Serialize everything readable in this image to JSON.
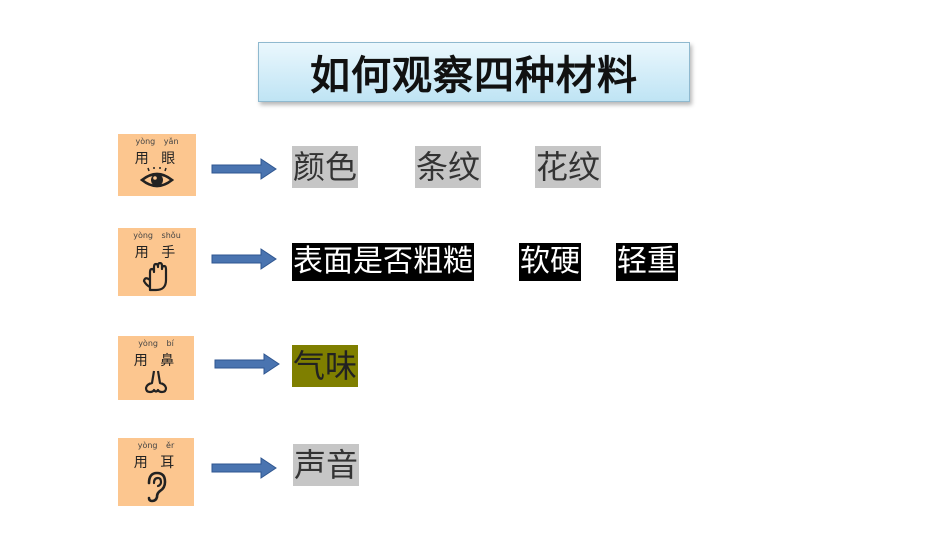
{
  "title": "如何观察四种材料",
  "rows": [
    {
      "sense": {
        "pinyin": "yòng yǎn",
        "hanzi": "用 眼",
        "icon": "eye-icon"
      },
      "items": [
        "颜色",
        "条纹",
        "花纹"
      ]
    },
    {
      "sense": {
        "pinyin": "yòng shǒu",
        "hanzi": "用 手",
        "icon": "hand-icon"
      },
      "items": [
        "表面是否粗糙",
        "软硬",
        "轻重"
      ]
    },
    {
      "sense": {
        "pinyin": "yòng bí",
        "hanzi": "用 鼻",
        "icon": "nose-icon"
      },
      "items": [
        "气味"
      ]
    },
    {
      "sense": {
        "pinyin": "yòng ěr",
        "hanzi": "用 耳",
        "icon": "ear-icon"
      },
      "items": [
        "声音"
      ]
    }
  ],
  "colors": {
    "card": "#fcc68f",
    "arrow": "#4a74b0",
    "gray_highlight": "#c6c6c6",
    "black_highlight": "#000000",
    "olive_highlight": "#7f7f00"
  }
}
